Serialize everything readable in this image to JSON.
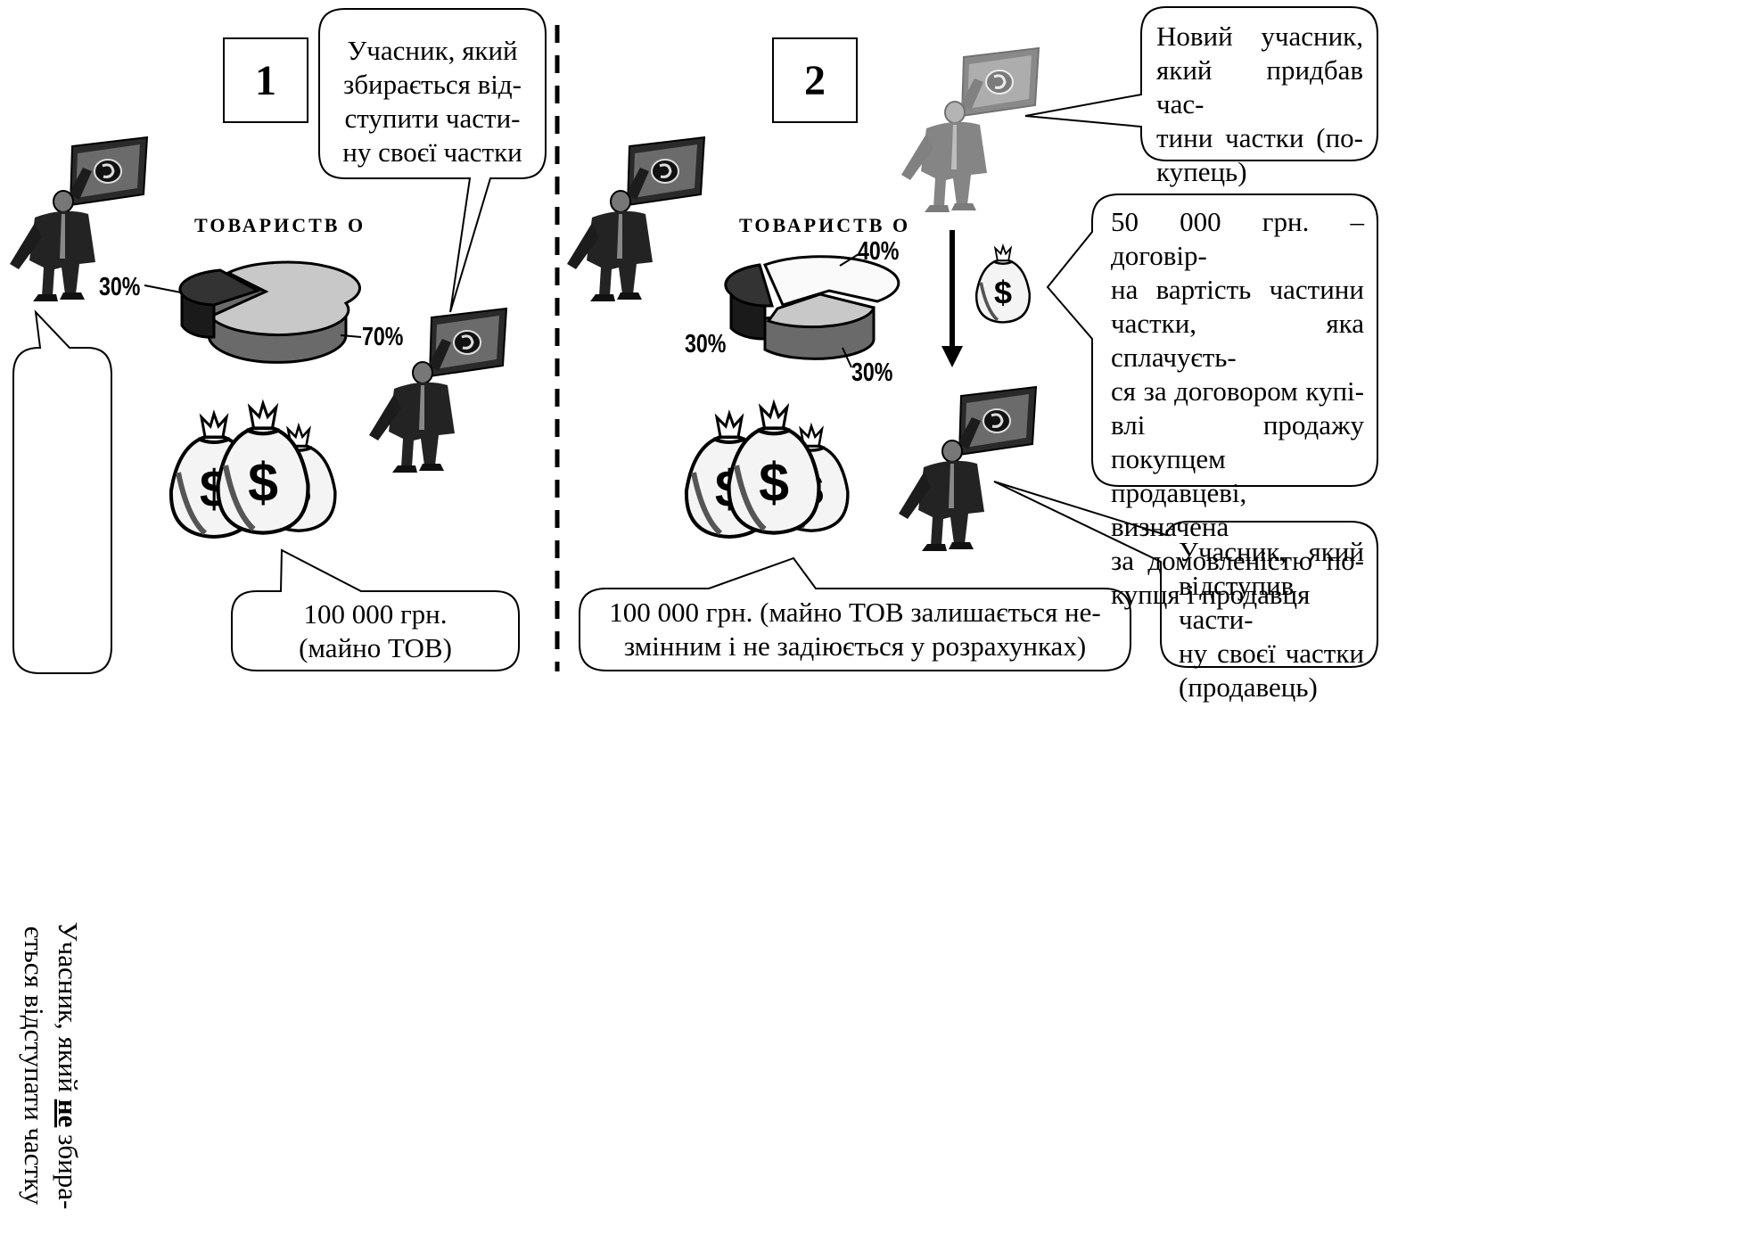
{
  "panel1": {
    "number": "1",
    "company_label": "ТОВАРИСТВ О",
    "pie": {
      "slices": [
        {
          "label": "30%",
          "value": 30
        },
        {
          "label": "70%",
          "value": 70
        }
      ]
    },
    "callout_seller_lines": [
      "Учасник, який",
      "збирається від-",
      "ступити части-",
      "ну своєї частки"
    ],
    "callout_other_prefix": "Учасник, який ",
    "callout_other_emph": "не",
    "callout_other_suffix": " збира-ється відступати частку",
    "callout_assets_lines": [
      "100 000 грн.",
      "(майно ТОВ)"
    ]
  },
  "panel2": {
    "number": "2",
    "company_label": "ТОВАРИСТВ О",
    "pie": {
      "slices": [
        {
          "label": "40%",
          "value": 40
        },
        {
          "label": "30%",
          "value": 30
        },
        {
          "label": "30%",
          "value": 30
        }
      ]
    },
    "callout_buyer_lines": [
      "Новий учасник,",
      "який придбав час-",
      "тини частки (по-",
      "купець)"
    ],
    "callout_price_lines": [
      "50 000 грн. – договір-",
      "на вартість частини",
      "частки, яка сплачуєть-",
      "ся за договором купі-",
      "влі продажу покупцем",
      "продавцеві, визначена",
      "за домовленістю по-",
      "купця і продавця"
    ],
    "callout_seller_lines": [
      "Учасник, який",
      "відступив части-",
      "ну своєї частки",
      "(продавець)"
    ],
    "callout_assets_lines": [
      "100 000 грн. (майно ТОВ залишається не-",
      "змінним і не задіюється у розрахунках)"
    ]
  },
  "icons": [
    "person-with-banknote-icon",
    "money-bags-icon",
    "money-bag-icon",
    "down-arrow-icon"
  ]
}
